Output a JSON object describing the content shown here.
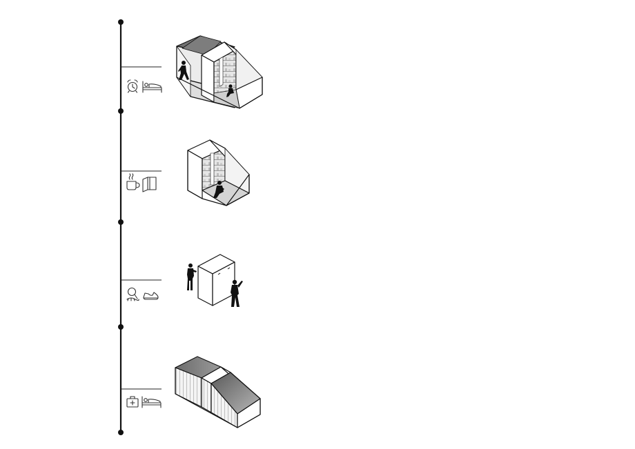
{
  "diagram": {
    "title": "",
    "stages": [
      {
        "id": "night",
        "icons": [
          "alarm-clock-icon",
          "bed-icon"
        ],
        "module": "full-bedroom-module"
      },
      {
        "id": "morning",
        "icons": [
          "coffee-cup-icon",
          "book-icon"
        ],
        "module": "wardrobe-seat-module"
      },
      {
        "id": "day",
        "icons": [
          "shower-icon",
          "shoe-icon"
        ],
        "module": "closed-cabinet-module"
      },
      {
        "id": "care",
        "icons": [
          "first-aid-kit-icon",
          "bed-icon"
        ],
        "module": "closed-bedroom-module"
      }
    ]
  },
  "colors": {
    "line": "#111111",
    "fill_white": "#ffffff",
    "fill_light": "#eeeeee",
    "fill_mid": "#c8c8c8",
    "fill_dark": "#7a7a7a",
    "silhouette": "#111111",
    "icon_stroke": "#333333"
  }
}
